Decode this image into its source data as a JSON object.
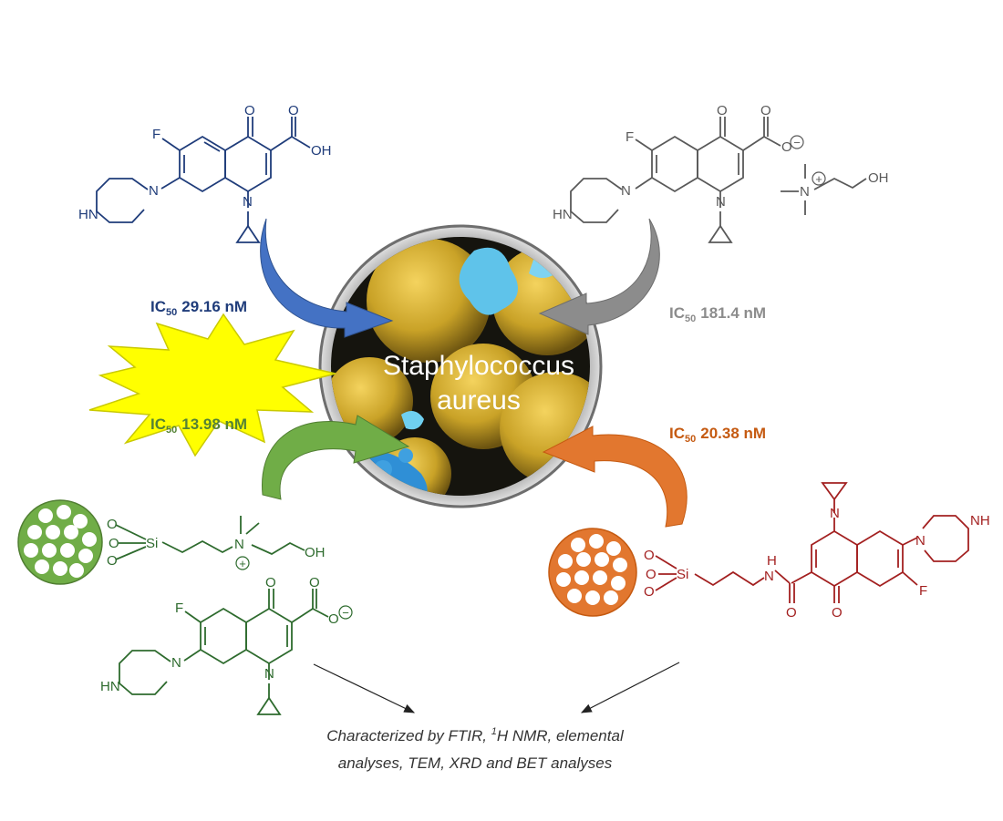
{
  "center": {
    "line1": "Staphylococcus",
    "line2": "aureus"
  },
  "labels": {
    "ic_prefix": "IC",
    "ic_sub": "50",
    "blue_value": "29.16 nM",
    "gray_value": "181.4 nM",
    "green_value": "13.98 nM",
    "orange_value": "20.38 nM"
  },
  "atoms": {
    "F": "F",
    "O": "O",
    "OH": "OH",
    "N": "N",
    "HN": "HN",
    "NH": "NH",
    "H": "H",
    "Si": "Si",
    "plus": "+",
    "minus": "−"
  },
  "caption": {
    "line1_a": "Characterized by FTIR, ",
    "line1_sup": "1",
    "line1_b": "H NMR, elemental",
    "line2": "analyses, TEM, XRD and BET analyses"
  },
  "colors": {
    "blue": "#1f3c7a",
    "gray": "#7f7f7f",
    "green": "#2e6b2e",
    "green_circle": "#70ad47",
    "orange": "#c55a11",
    "orange_circle": "#e2772f",
    "red_molecule": "#a32020",
    "burst": "#ffff00"
  }
}
